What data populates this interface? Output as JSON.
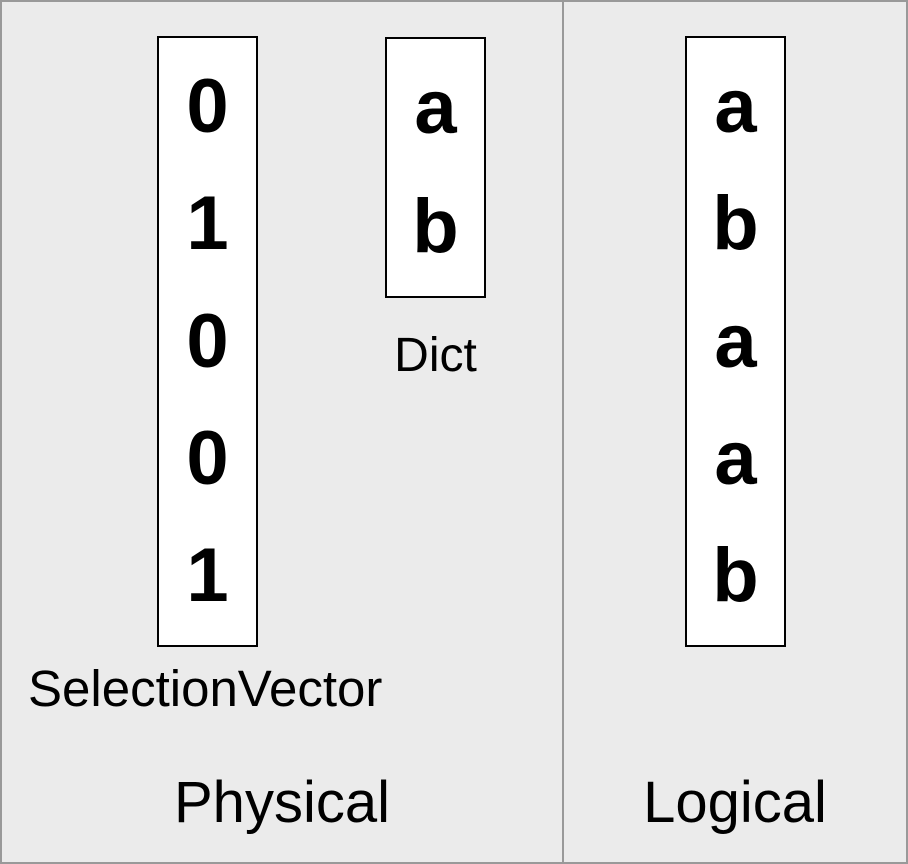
{
  "frame": {
    "background": "#ebebeb",
    "border_color": "#999999"
  },
  "colors": {
    "box_fill": "#ffffff",
    "box_stroke": "#000000",
    "text": "#000000"
  },
  "panels": {
    "physical": {
      "label": "Physical",
      "selection_vector": {
        "label": "SelectionVector",
        "values": [
          "0",
          "1",
          "0",
          "0",
          "1"
        ]
      },
      "dict": {
        "label": "Dict",
        "values": [
          "a",
          "b"
        ]
      }
    },
    "logical": {
      "label": "Logical",
      "vector": {
        "values": [
          "a",
          "b",
          "a",
          "a",
          "b"
        ]
      }
    }
  }
}
